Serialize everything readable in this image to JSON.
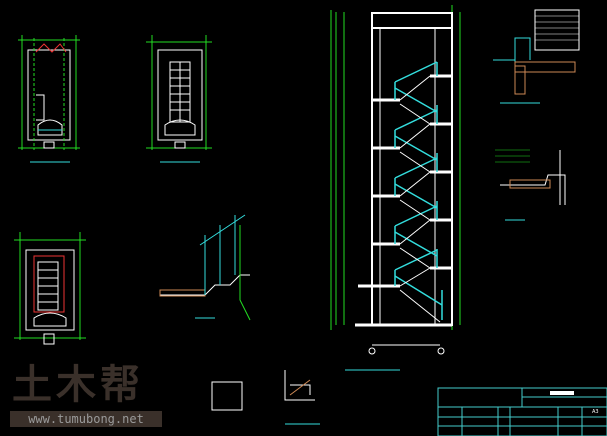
{
  "watermark": {
    "logo": "土木帮",
    "url": "www.tumubong.net"
  },
  "title_block": {
    "sheet_size": "A3"
  },
  "colors": {
    "background": "#000000",
    "wall": "#ffffff",
    "axis": "#22dd22",
    "railing": "#33dddd",
    "frame": "#44cccc",
    "dim": "#22cc22",
    "hatch": "#cc8855"
  }
}
